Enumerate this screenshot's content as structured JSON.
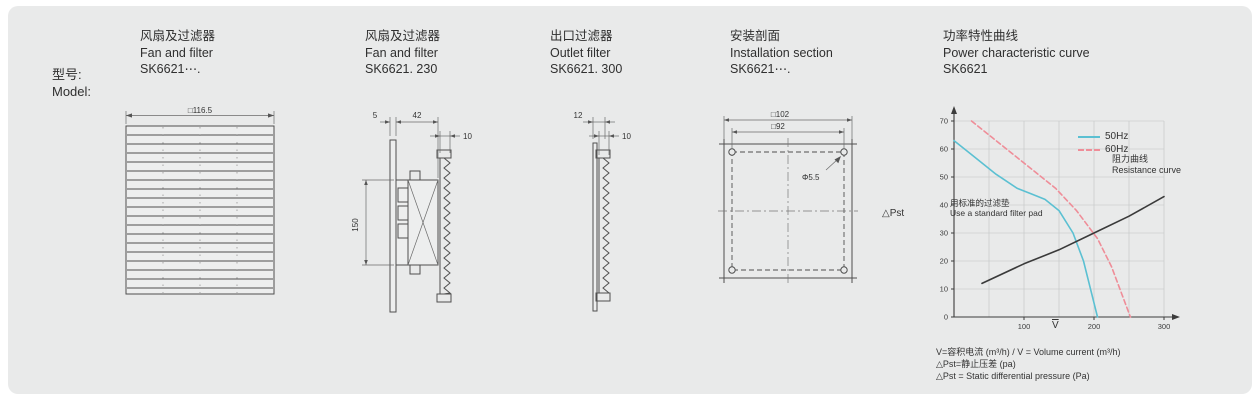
{
  "model_label": {
    "zh": "型号:",
    "en": "Model:"
  },
  "columns": [
    {
      "title_zh": "风扇及过滤器",
      "title_en": "Fan and filter",
      "model": "SK6621⋯."
    },
    {
      "title_zh": "风扇及过滤器",
      "title_en": "Fan and filter",
      "model": "SK6621. 230"
    },
    {
      "title_zh": "出口过滤器",
      "title_en": "Outlet filter",
      "model": "SK6621. 300"
    },
    {
      "title_zh": "安装剖面",
      "title_en": "Installation section",
      "model": "SK6621⋯."
    },
    {
      "title_zh": "功率特性曲线",
      "title_en": "Power characteristic curve",
      "model": "SK6621"
    }
  ],
  "drawings": {
    "front_view": {
      "width_dim": "□116.5"
    },
    "side_view": {
      "dim_plate": "5",
      "dim_depth": "42",
      "dim_grille": "10",
      "dim_height": "150"
    },
    "outlet_view": {
      "dim_depth": "12",
      "dim_grille": "10"
    },
    "installation": {
      "outer_dim": "□102",
      "inner_dim": "□92",
      "hole_dim": "Φ5.5"
    }
  },
  "chart": {
    "ylabel": "△Pst",
    "xlabel": "V",
    "resistance_zh": "阻力曲线",
    "resistance_en": "Resistance curve",
    "note_zh": "用标准的过滤垫",
    "note_en": "Use a standard filter pad"
  },
  "chart_data": {
    "type": "line",
    "title": "功率特性曲线 Power characteristic curve SK6621",
    "xlabel": "V = Volume current (m³/h)",
    "ylabel": "△Pst = Static differential pressure (Pa)",
    "xlim": [
      0,
      300
    ],
    "ylim": [
      0,
      70
    ],
    "xticks": [
      100,
      200,
      300
    ],
    "yticks": [
      0,
      10,
      20,
      30,
      40,
      50,
      60,
      70
    ],
    "xgrid_step": 50,
    "ygrid_step": 10,
    "grid": true,
    "legend_position": "top-right",
    "series": [
      {
        "name": "50Hz",
        "color": "#5bc0d2",
        "style": "solid",
        "in_legend": true,
        "x": [
          0,
          30,
          60,
          90,
          110,
          130,
          150,
          170,
          185,
          197,
          205
        ],
        "y": [
          63,
          57,
          51,
          46,
          44,
          42,
          38,
          30,
          20,
          8,
          0
        ]
      },
      {
        "name": "60Hz",
        "color": "#ef8d98",
        "style": "dashed",
        "in_legend": true,
        "x": [
          25,
          55,
          85,
          115,
          145,
          175,
          205,
          225,
          240,
          252
        ],
        "y": [
          70,
          64,
          58,
          52,
          46,
          38,
          28,
          18,
          8,
          0
        ]
      },
      {
        "name": "阻力曲线 Resistance curve",
        "color": "#3a3a3a",
        "style": "solid",
        "in_legend": false,
        "x": [
          40,
          100,
          150,
          200,
          250,
          300
        ],
        "y": [
          12,
          19,
          24,
          30,
          36,
          43
        ]
      }
    ],
    "annotations": [
      "阻力曲线 Resistance curve",
      "用标准的过滤垫 Use a standard filter pad"
    ]
  },
  "footnotes": [
    "V=容积电流 (m³/h) / V = Volume current (m³/h)",
    "△Pst=静止压差 (pa)",
    "△Pst = Static differential pressure (Pa)"
  ]
}
